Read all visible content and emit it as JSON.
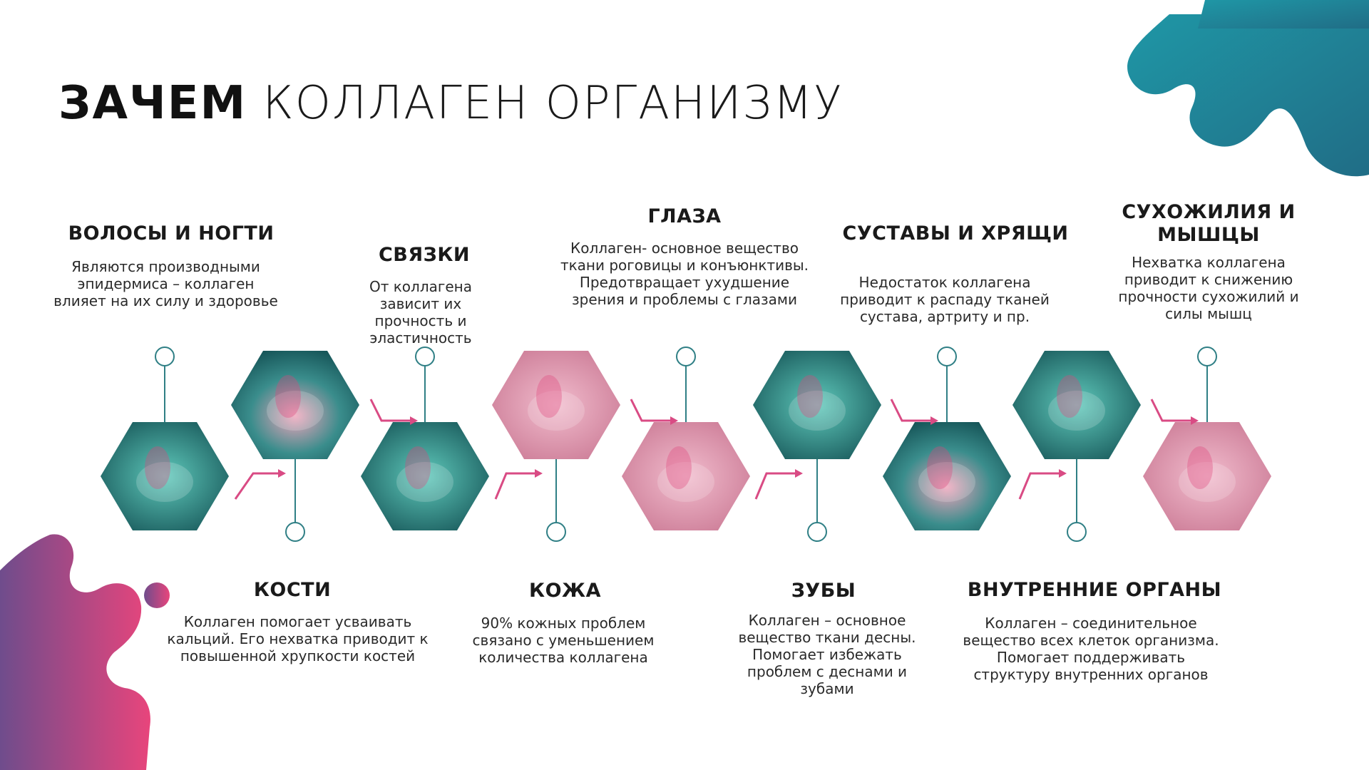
{
  "title": {
    "bold": "ЗАЧЕМ",
    "rest": "КОЛЛАГЕН ОРГАНИЗМУ"
  },
  "colors": {
    "teal": "#1a7e86",
    "pink": "#e0457b",
    "purple": "#7a4a8e",
    "line": "#2f7f85",
    "arrow": "#d94b84"
  },
  "items": [
    {
      "label": "ВОЛОСЫ И НОГТИ",
      "text": "Являются производными эпидермиса – коллаген влияет на их силу и здоровье",
      "icon": "hair-follicle-image"
    },
    {
      "label": "КОСТИ",
      "text": "Коллаген помогает усваивать кальций. Его нехватка приводит к повышенной хрупкости костей",
      "icon": "knee-joint-image"
    },
    {
      "label": "СВЯЗКИ",
      "text": "От коллагена зависит их прочность и эластичность",
      "icon": "running-skeleton-image"
    },
    {
      "label": "КОЖА",
      "text": "90% кожных проблем связано с уменьшением количества коллагена",
      "icon": "skin-layers-image"
    },
    {
      "label": "ГЛАЗА",
      "text": "Коллаген- основное вещество ткани роговицы и конъюнктивы. Предотвращает ухудшение зрения и проблемы с глазами",
      "icon": "eye-cornea-image"
    },
    {
      "label": "ЗУБЫ",
      "text": "Коллаген – основное вещество ткани десны. Помогает избежать проблем с деснами и зубами",
      "icon": "teeth-image"
    },
    {
      "label": "СУСТАВЫ И ХРЯЩИ",
      "text": "Недостаток коллагена приводит к распаду тканей сустава, артриту и пр.",
      "icon": "inflamed-knee-image"
    },
    {
      "label": "ВНУТРЕННИЕ ОРГАНЫ",
      "text": "Коллаген – соединительное вещество всех клеток организма. Помогает поддерживать структуру внутренних органов",
      "icon": "internal-organs-image"
    },
    {
      "label": "СУХОЖИЛИЯ И МЫШЦЫ",
      "text": "Нехватка коллагена приводит к снижению прочности сухожилий и силы мышц",
      "icon": "leg-muscles-image"
    }
  ]
}
